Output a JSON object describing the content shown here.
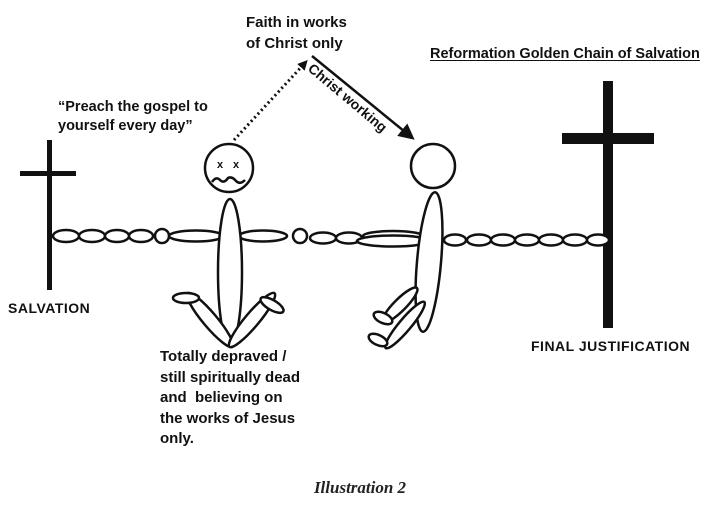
{
  "title": "Reformation Golden Chain of Salvation",
  "faith_label": "Faith in works\nof Christ only",
  "arrow_label": "Christ working",
  "quote": "“Preach the gospel to\nyourself every day”",
  "left_cross_label": "SALVATION",
  "right_cross_label": "FINAL JUSTIFICATION",
  "figure_caption": "Totally depraved /\nstill spiritually dead\nand  believing on\nthe works of Jesus\nonly.",
  "illustration_caption": "Illustration 2",
  "colors": {
    "ink": "#111111",
    "background": "#ffffff"
  }
}
